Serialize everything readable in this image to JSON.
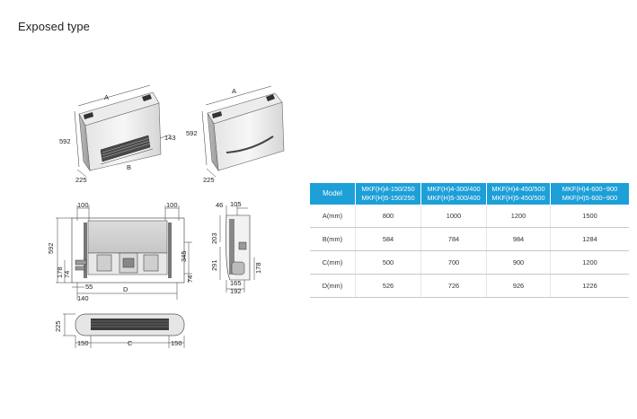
{
  "page": {
    "title": "Exposed type"
  },
  "iso_left": {
    "labels": {
      "a": "A",
      "h": "592",
      "d": "143",
      "b": "B",
      "depth": "225"
    }
  },
  "iso_right": {
    "labels": {
      "a": "A",
      "h": "592",
      "depth": "225"
    }
  },
  "front_view": {
    "labels": {
      "top_left": "100",
      "top_right": "100",
      "height": "592",
      "side_a": "345",
      "side_b": "74",
      "left_a": "178",
      "left_b": "74",
      "bottom_55": "55",
      "bottom_140": "140",
      "d": "D"
    }
  },
  "side_view": {
    "labels": {
      "top_46": "46",
      "top_105": "105",
      "v_203": "203",
      "v_291": "291",
      "v_178": "178",
      "bot_165": "165",
      "bot_192": "192"
    }
  },
  "bottom_view": {
    "labels": {
      "height": "225",
      "left": "150",
      "c": "C",
      "right": "150"
    }
  },
  "spec_table": {
    "header": {
      "model": "Model",
      "cols": [
        {
          "l1": "MKF(H)4-150/250",
          "l2": "MKF(H)5-150/250"
        },
        {
          "l1": "MKF(H)4-300/400",
          "l2": "MKF(H)5-300/400"
        },
        {
          "l1": "MKF(H)4-450/500",
          "l2": "MKF(H)5-450/500"
        },
        {
          "l1": "MKF(H)4-600~900",
          "l2": "MKF(H)5-600~900"
        }
      ]
    },
    "rows": [
      {
        "label": "A(mm)",
        "values": [
          "800",
          "1000",
          "1200",
          "1500"
        ]
      },
      {
        "label": "B(mm)",
        "values": [
          "584",
          "784",
          "984",
          "1284"
        ]
      },
      {
        "label": "C(mm)",
        "values": [
          "500",
          "700",
          "900",
          "1200"
        ]
      },
      {
        "label": "D(mm)",
        "values": [
          "526",
          "726",
          "926",
          "1226"
        ]
      }
    ]
  }
}
